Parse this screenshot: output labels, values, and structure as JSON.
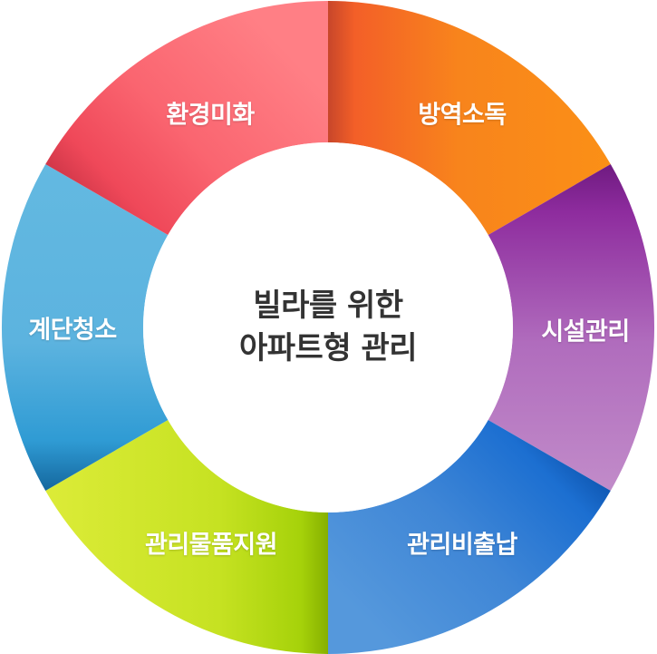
{
  "center": {
    "line1": "빌라를 위한",
    "line2": "아파트형 관리"
  },
  "segments": [
    {
      "label": "방역소독",
      "position": "top-right",
      "color_start": "#e85a2a",
      "color_end": "#fa8e17"
    },
    {
      "label": "시설관리",
      "position": "right",
      "color_start": "#7a1f8c",
      "color_end": "#c08ac8"
    },
    {
      "label": "관리비출납",
      "position": "bottom-right",
      "color_start": "#0c55b3",
      "color_end": "#5296dc"
    },
    {
      "label": "관리물품지원",
      "position": "bottom-left",
      "color_start": "#d9ea36",
      "color_end": "#9ccb00"
    },
    {
      "label": "계단청소",
      "position": "left",
      "color_start": "#62b8e0",
      "color_end": "#1f6fa8"
    },
    {
      "label": "환경미화",
      "position": "top-left",
      "color_start": "#f34a5c",
      "color_end": "#ff7e84"
    }
  ],
  "colors": {
    "background": "#ffffff",
    "center_text": "#333333",
    "label_text": "#ffffff"
  }
}
